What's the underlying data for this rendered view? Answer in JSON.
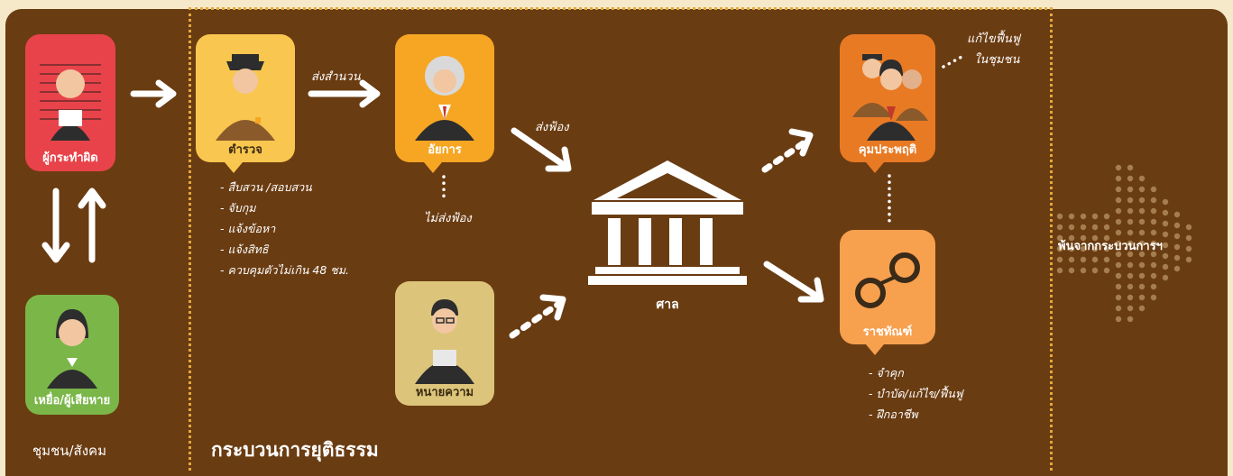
{
  "nodes": {
    "offender": {
      "label": "ผู้กระทำผิด",
      "color": "#e8434a"
    },
    "police": {
      "label": "ตำรวจ",
      "color": "#f9c64f"
    },
    "prosecutor": {
      "label": "อัยการ",
      "color": "#f6a623"
    },
    "probation": {
      "label": "คุมประพฤติ",
      "color": "#e97a24"
    },
    "corrections": {
      "label": "ราชทัณฑ์",
      "color": "#f7a04e"
    },
    "lawyer": {
      "label": "หนายความ",
      "color": "#dcc47a"
    },
    "victim": {
      "label": "เหยื่อ/ผู้เสียหาย",
      "color": "#7ab648"
    },
    "court": {
      "label": "ศาล"
    }
  },
  "edges": {
    "send_summary": "ส่งสำนวน",
    "prosecute": "ส่งฟ้อง",
    "no_prosecute": "ไม่ส่งฟ้อง"
  },
  "police_tasks": [
    "- สืบสวน /สอบสวน",
    "- จับกุม",
    "- แจ้งข้อหา",
    "- แจ้งสิทธิ",
    "- ควบคุมตัวไม่เกิน 48 ชม."
  ],
  "correction_tasks": [
    "- จำคุก",
    "- บำบัด/แก้ไข/ฟื้นฟู",
    "- ฝึกอาชีพ"
  ],
  "rehab": {
    "line1": "แก้ไขฟื้นฟู",
    "line2": "ในชุมชน"
  },
  "exit_label": "พ้นจากกระบวนการฯ",
  "community_label": "ชุมชน/สังคม",
  "process_title": "กระบวนการยุติธรรม",
  "colors": {
    "background": "#6a3c12",
    "frame_dots": "#e3a83c",
    "page": "#f6e9c9"
  }
}
